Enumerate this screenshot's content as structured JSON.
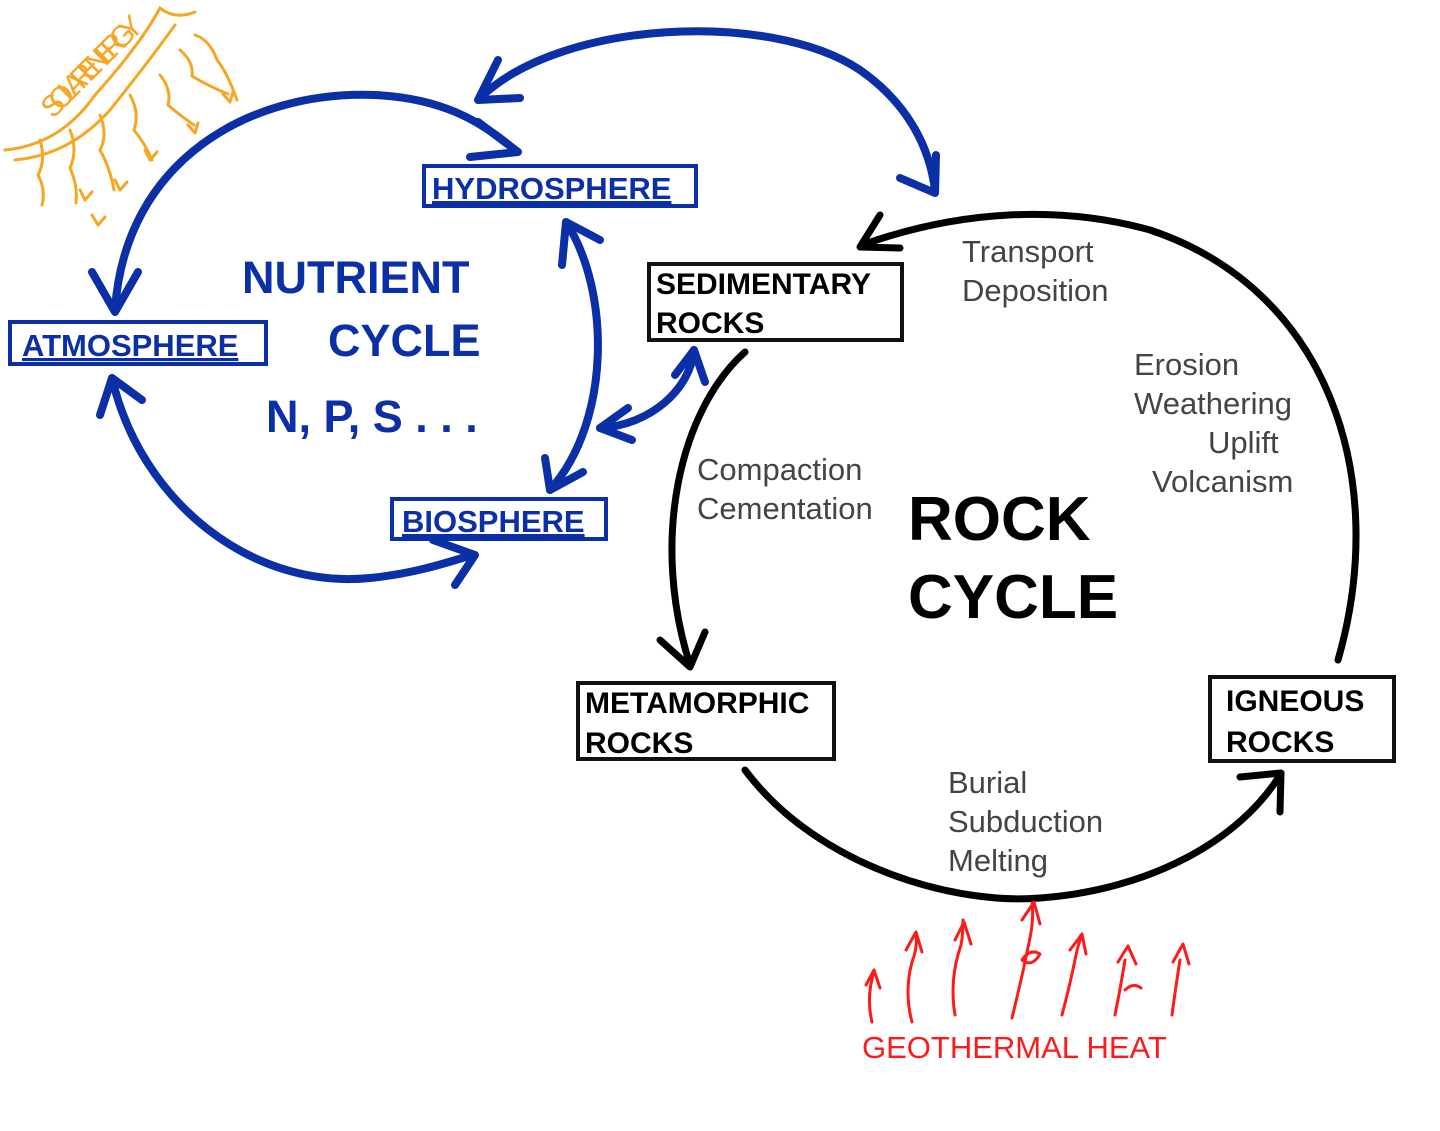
{
  "solar": {
    "text": "SOLAR ENERGY",
    "color": "#f5a623"
  },
  "geothermal": {
    "text": "GEOTHERMAL HEAT",
    "color": "#ff1a1a"
  },
  "nutrient_cycle": {
    "title_line1": "NUTRIENT",
    "title_line2": "CYCLE",
    "elements": "N, P, S . . .",
    "color": "#0b2fa6",
    "hydrosphere": "HYDROSPHERE",
    "atmosphere": "ATMOSPHERE",
    "biosphere": "BIOSPHERE"
  },
  "rock_cycle": {
    "title_line1": "ROCK",
    "title_line2": "CYCLE",
    "sedimentary": {
      "line1": "SEDIMENTARY",
      "line2": "ROCKS"
    },
    "metamorphic": {
      "line1": "METAMORPHIC",
      "line2": "ROCKS"
    },
    "igneous": {
      "line1": "IGNEOUS",
      "line2": "ROCKS"
    },
    "processes": {
      "transport": "Transport",
      "deposition": "Deposition",
      "erosion": "Erosion",
      "weathering": "Weathering",
      "uplift": "Uplift",
      "volcanism": "Volcanism",
      "compaction": "Compaction",
      "cementation": "Cementation",
      "burial": "Burial",
      "subduction": "Subduction",
      "melting": "Melting"
    }
  }
}
